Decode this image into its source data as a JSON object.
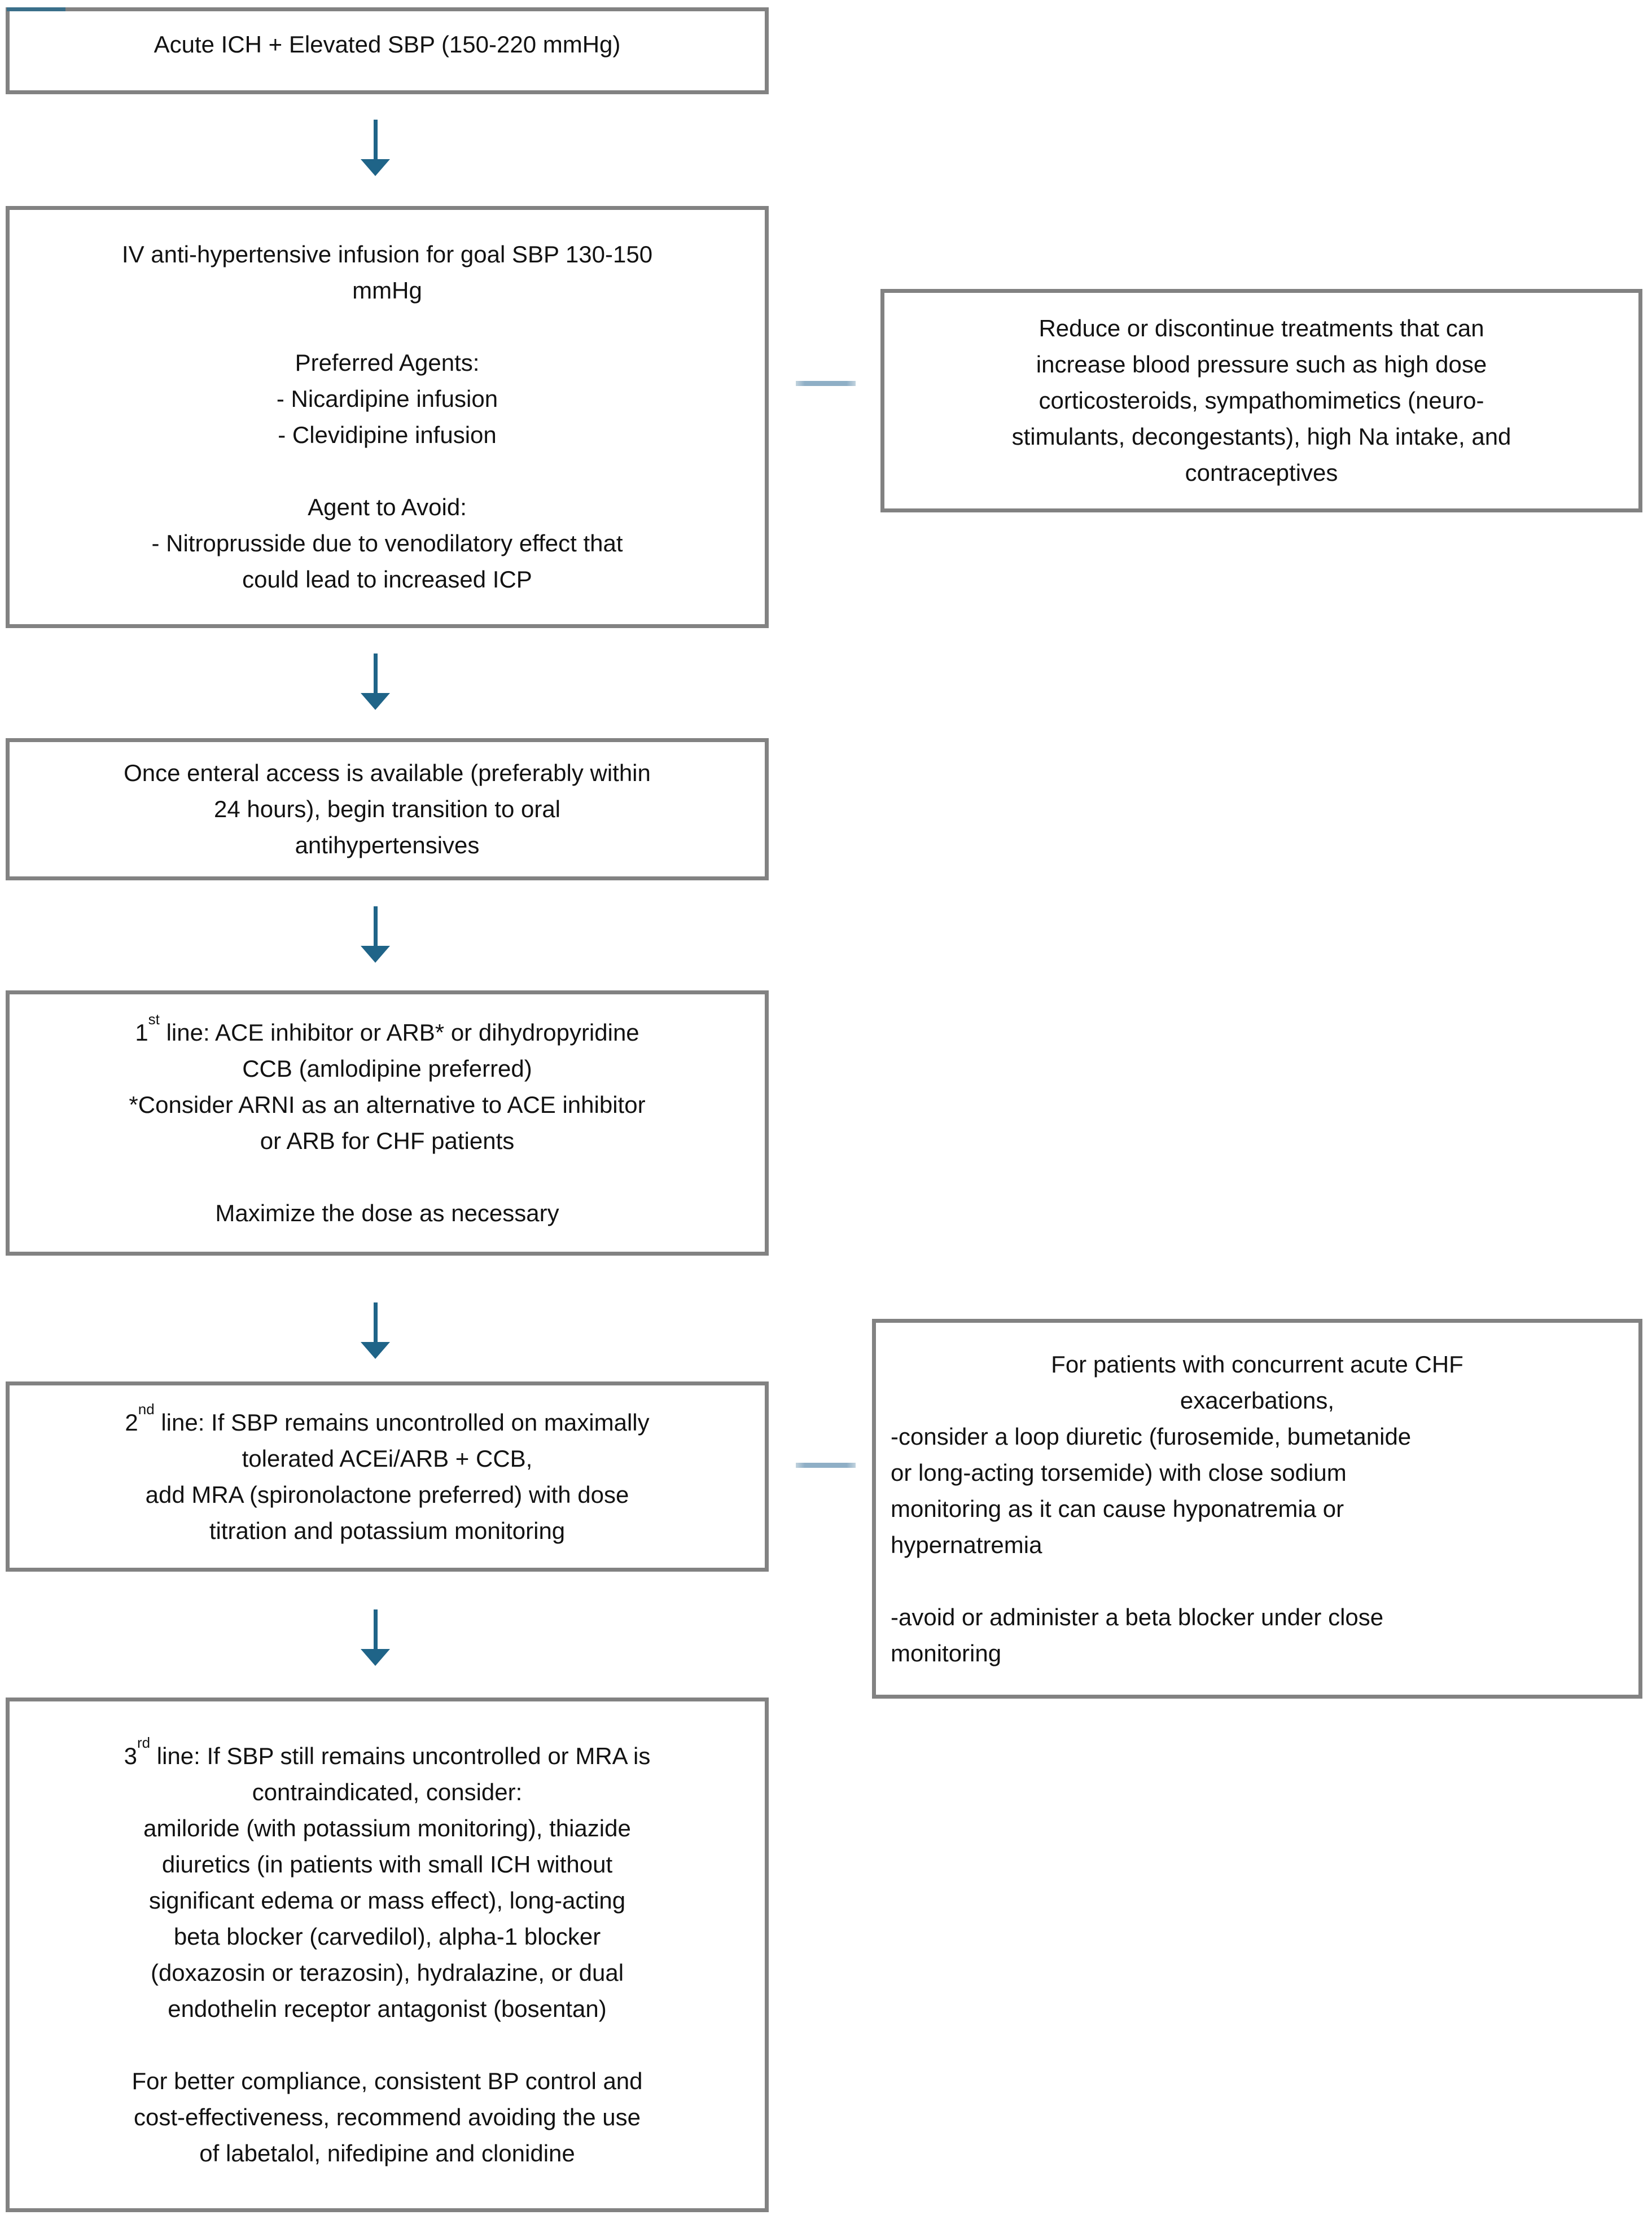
{
  "diagram": {
    "title": "Acute ICH blood pressure management flowchart",
    "colors": {
      "background": "#ffffff",
      "text": "#121212",
      "border": "#828282",
      "arrow": "#1f6488",
      "connector": "#8fafc6",
      "accent": "#3a6f8a"
    },
    "boxes": [
      {
        "id": "start",
        "paragraphs": [
          {
            "align": "center",
            "gap_above": false,
            "lines": [
              "Acute ICH + Elevated SBP (150-220 mmHg)"
            ]
          }
        ]
      },
      {
        "id": "iv-infusion",
        "paragraphs": [
          {
            "align": "center",
            "gap_above": false,
            "lines": [
              "IV anti-hypertensive infusion for goal SBP 130-150",
              "mmHg"
            ]
          },
          {
            "align": "center",
            "gap_above": true,
            "lines": [
              "Preferred Agents:",
              "- Nicardipine infusion",
              "- Clevidipine infusion"
            ]
          },
          {
            "align": "center",
            "gap_above": true,
            "lines": [
              "Agent to Avoid:",
              "- Nitroprusside due to venodilatory effect that",
              "could lead to increased ICP"
            ]
          }
        ]
      },
      {
        "id": "enteral-transition",
        "paragraphs": [
          {
            "align": "center",
            "gap_above": false,
            "lines": [
              "Once enteral access is available (preferably within",
              "24 hours), begin transition to oral",
              "antihypertensives"
            ]
          }
        ]
      },
      {
        "id": "first-line",
        "paragraphs": [
          {
            "align": "center",
            "gap_above": false,
            "lines": [
              "1st line: ACE inhibitor or ARB* or dihydropyridine",
              "CCB (amlodipine preferred)",
              "*Consider ARNI as an alternative to ACE inhibitor",
              "or ARB for CHF patients"
            ]
          },
          {
            "align": "center",
            "gap_above": true,
            "lines": [
              "Maximize the dose as necessary"
            ]
          }
        ]
      },
      {
        "id": "second-line",
        "paragraphs": [
          {
            "align": "center",
            "gap_above": false,
            "lines": [
              "2nd line: If SBP remains uncontrolled on maximally",
              "tolerated ACEi/ARB + CCB,",
              "add MRA (spironolactone preferred) with dose",
              "titration and potassium monitoring"
            ]
          }
        ]
      },
      {
        "id": "third-line",
        "paragraphs": [
          {
            "align": "center",
            "gap_above": false,
            "lines": [
              "3rd line: If SBP still remains uncontrolled or MRA is",
              "contraindicated, consider:",
              "amiloride (with potassium monitoring), thiazide",
              "diuretics (in patients with small ICH without",
              "significant edema or mass effect), long-acting",
              "beta blocker (carvedilol), alpha-1 blocker",
              "(doxazosin or terazosin), hydralazine, or dual",
              "endothelin receptor antagonist (bosentan)"
            ]
          },
          {
            "align": "center",
            "gap_above": true,
            "lines": [
              "For better compliance, consistent BP control and",
              "cost-effectiveness, recommend avoiding the use",
              "of labetalol, nifedipine and clonidine"
            ]
          }
        ]
      }
    ],
    "side_boxes": [
      {
        "id": "reduce-treatments",
        "paragraphs": [
          {
            "align": "center",
            "gap_above": false,
            "lines": [
              "Reduce or discontinue treatments that can",
              "increase blood pressure such as high dose",
              "corticosteroids, sympathomimetics (neuro-",
              "stimulants, decongestants), high Na intake, and",
              "contraceptives"
            ]
          }
        ]
      },
      {
        "id": "chf-exacerbations",
        "paragraphs": [
          {
            "align": "center",
            "gap_above": false,
            "lines": [
              "For patients with concurrent acute CHF",
              "exacerbations,"
            ]
          },
          {
            "align": "left",
            "gap_above": false,
            "lines": [
              "-consider a loop diuretic (furosemide, bumetanide",
              "or long-acting torsemide) with close sodium",
              "monitoring as it can cause hyponatremia or",
              "hypernatremia"
            ]
          },
          {
            "align": "left",
            "gap_above": true,
            "lines": [
              "-avoid or administer a beta blocker under close",
              "monitoring"
            ]
          }
        ]
      }
    ]
  }
}
